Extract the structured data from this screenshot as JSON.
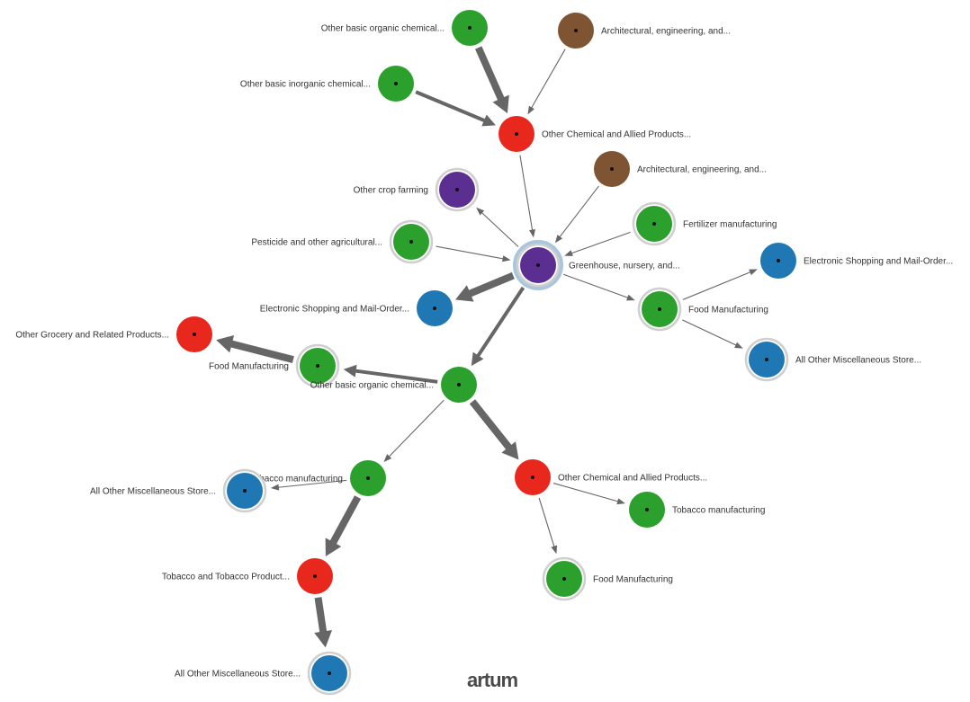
{
  "brand": "artum",
  "colors": {
    "green": "#2ca02c",
    "red": "#e8281c",
    "blue": "#1f77b4",
    "purple": "#5b2e91",
    "brown": "#7e5433",
    "edge": "#666666",
    "ring": "#cfcfcf",
    "focus_ring": "#a9c6dd"
  },
  "nodes": [
    {
      "id": "n1",
      "label": "Other basic organic chemical...",
      "color": "green",
      "ring": false,
      "focus": false
    },
    {
      "id": "n2",
      "label": "Architectural, engineering, and...",
      "color": "brown",
      "ring": false,
      "focus": false
    },
    {
      "id": "n3",
      "label": "Other basic inorganic chemical...",
      "color": "green",
      "ring": false,
      "focus": false
    },
    {
      "id": "n4",
      "label": "Other Chemical and Allied Products...",
      "color": "red",
      "ring": false,
      "focus": false
    },
    {
      "id": "n5",
      "label": "Architectural, engineering, and...",
      "color": "brown",
      "ring": false,
      "focus": false
    },
    {
      "id": "n6",
      "label": "Other crop farming",
      "color": "purple",
      "ring": true,
      "focus": false
    },
    {
      "id": "n7",
      "label": "Fertilizer manufacturing",
      "color": "green",
      "ring": true,
      "focus": false
    },
    {
      "id": "n8",
      "label": "Pesticide and other agricultural...",
      "color": "green",
      "ring": true,
      "focus": false
    },
    {
      "id": "n9",
      "label": "Greenhouse, nursery, and...",
      "color": "purple",
      "ring": true,
      "focus": true
    },
    {
      "id": "n10",
      "label": "Electronic Shopping and Mail-Order...",
      "color": "blue",
      "ring": false,
      "focus": false
    },
    {
      "id": "n11",
      "label": "Electronic Shopping and Mail-Order...",
      "color": "blue",
      "ring": false,
      "focus": false
    },
    {
      "id": "n12",
      "label": "Food Manufacturing",
      "color": "green",
      "ring": true,
      "focus": false
    },
    {
      "id": "n13",
      "label": "Other Grocery and Related Products...",
      "color": "red",
      "ring": false,
      "focus": false
    },
    {
      "id": "n14",
      "label": "All Other Miscellaneous Store...",
      "color": "blue",
      "ring": true,
      "focus": false
    },
    {
      "id": "n15",
      "label": "Food Manufacturing",
      "color": "green",
      "ring": true,
      "focus": false
    },
    {
      "id": "n16",
      "label": "Other basic organic chemical...",
      "color": "green",
      "ring": false,
      "focus": false
    },
    {
      "id": "n17",
      "label": "Tobacco manufacturing",
      "color": "green",
      "ring": false,
      "focus": false
    },
    {
      "id": "n18",
      "label": "All Other Miscellaneous Store...",
      "color": "blue",
      "ring": true,
      "focus": false
    },
    {
      "id": "n19",
      "label": "Other Chemical and Allied Products...",
      "color": "red",
      "ring": false,
      "focus": false
    },
    {
      "id": "n20",
      "label": "Tobacco manufacturing",
      "color": "green",
      "ring": false,
      "focus": false
    },
    {
      "id": "n21",
      "label": "Tobacco and Tobacco Product...",
      "color": "red",
      "ring": false,
      "focus": false
    },
    {
      "id": "n22",
      "label": "Food Manufacturing",
      "color": "green",
      "ring": true,
      "focus": false
    },
    {
      "id": "n23",
      "label": "All Other Miscellaneous Store...",
      "color": "blue",
      "ring": true,
      "focus": false
    }
  ],
  "edges": [
    {
      "from": "n1",
      "to": "n4",
      "weight": "heavy"
    },
    {
      "from": "n2",
      "to": "n4",
      "weight": "thin"
    },
    {
      "from": "n3",
      "to": "n4",
      "weight": "medium"
    },
    {
      "from": "n4",
      "to": "n9",
      "weight": "thin"
    },
    {
      "from": "n5",
      "to": "n9",
      "weight": "thin"
    },
    {
      "from": "n9",
      "to": "n6",
      "weight": "thin"
    },
    {
      "from": "n7",
      "to": "n9",
      "weight": "thin"
    },
    {
      "from": "n8",
      "to": "n9",
      "weight": "thin"
    },
    {
      "from": "n9",
      "to": "n11",
      "weight": "heavy"
    },
    {
      "from": "n9",
      "to": "n12",
      "weight": "thin"
    },
    {
      "from": "n9",
      "to": "n16",
      "weight": "medium"
    },
    {
      "from": "n12",
      "to": "n10",
      "weight": "thin"
    },
    {
      "from": "n12",
      "to": "n14",
      "weight": "thin"
    },
    {
      "from": "n16",
      "to": "n15",
      "weight": "medium"
    },
    {
      "from": "n15",
      "to": "n13",
      "weight": "heavy"
    },
    {
      "from": "n16",
      "to": "n17",
      "weight": "thin"
    },
    {
      "from": "n16",
      "to": "n19",
      "weight": "heavy"
    },
    {
      "from": "n17",
      "to": "n18",
      "weight": "thin"
    },
    {
      "from": "n17",
      "to": "n21",
      "weight": "heavy"
    },
    {
      "from": "n19",
      "to": "n20",
      "weight": "thin"
    },
    {
      "from": "n19",
      "to": "n22",
      "weight": "thin"
    },
    {
      "from": "n21",
      "to": "n23",
      "weight": "heavy"
    }
  ]
}
